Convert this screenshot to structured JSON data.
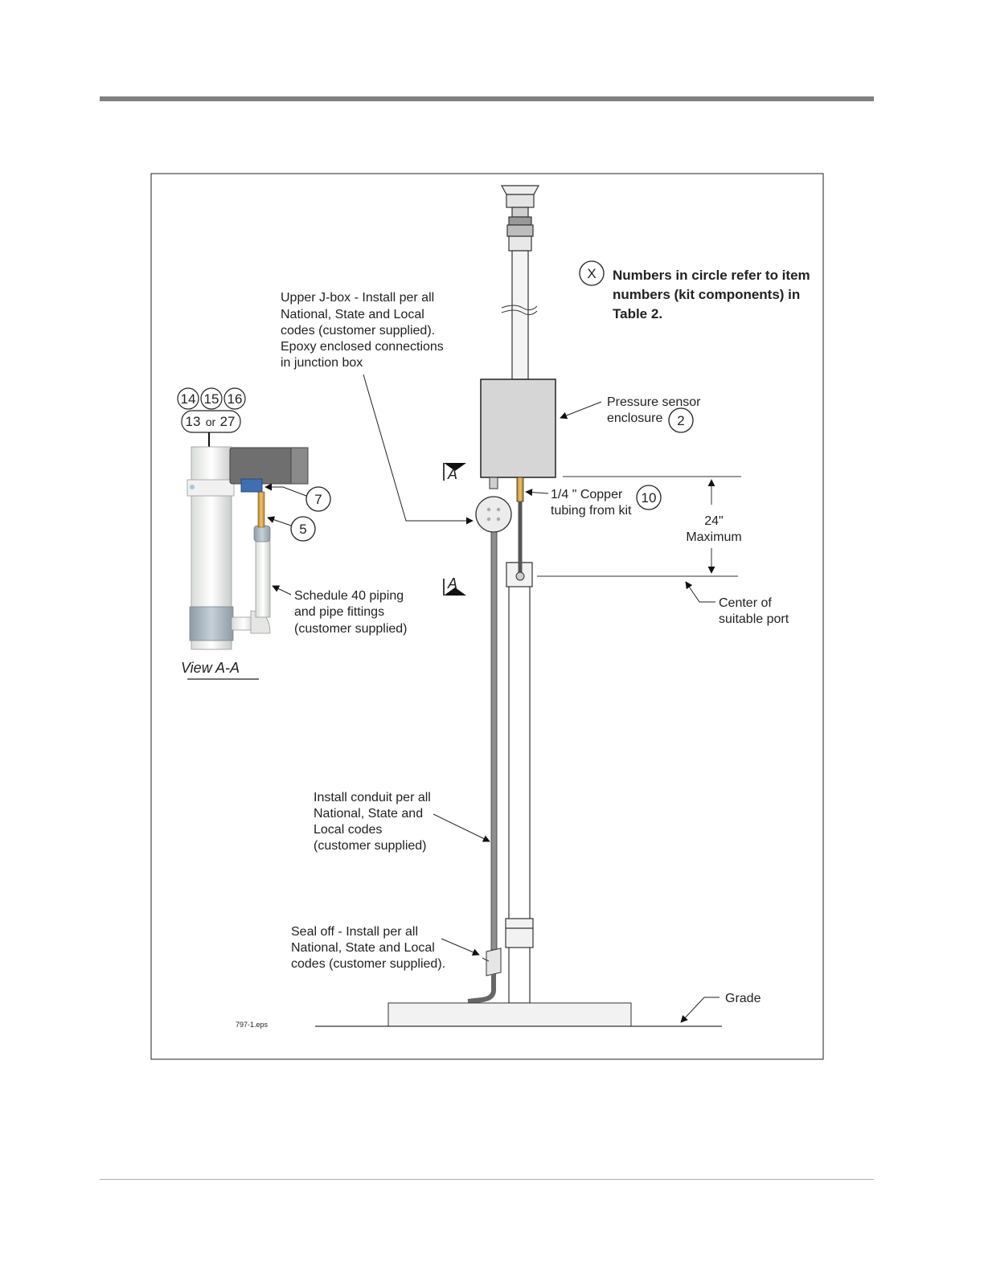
{
  "legend": {
    "symbol": "X",
    "lines": [
      "Numbers in circle refer to item",
      "numbers (kit components) in",
      "Table 2."
    ]
  },
  "callouts": {
    "upper_jbox": [
      "Upper J-box - Install per all",
      "National, State and Local",
      "codes (customer supplied).",
      "Epoxy enclosed connections",
      "in junction box"
    ],
    "pressure_sensor": [
      "Pressure sensor",
      "enclosure"
    ],
    "pressure_sensor_item": "2",
    "copper_tubing": [
      "1/4 \" Copper",
      "tubing from kit"
    ],
    "copper_tubing_item": "10",
    "dimension": [
      "24\"",
      "Maximum"
    ],
    "center_port": [
      "Center of",
      "suitable port"
    ],
    "schedule40": [
      "Schedule 40 piping",
      "and pipe fittings",
      "(customer supplied)"
    ],
    "conduit": [
      "Install conduit per all",
      "National, State and",
      "Local codes",
      "(customer supplied)"
    ],
    "seal_off": [
      "Seal off - Install per all",
      "National, State and Local",
      "codes (customer supplied)."
    ],
    "grade": "Grade"
  },
  "inset": {
    "items_row1": [
      "14",
      "15",
      "16"
    ],
    "item_13": "13",
    "item_or": "or",
    "item_27": "27",
    "item_7": "7",
    "item_5": "5",
    "view_label": "View A-A"
  },
  "section_marker": "A",
  "file_name": "797-1.eps"
}
